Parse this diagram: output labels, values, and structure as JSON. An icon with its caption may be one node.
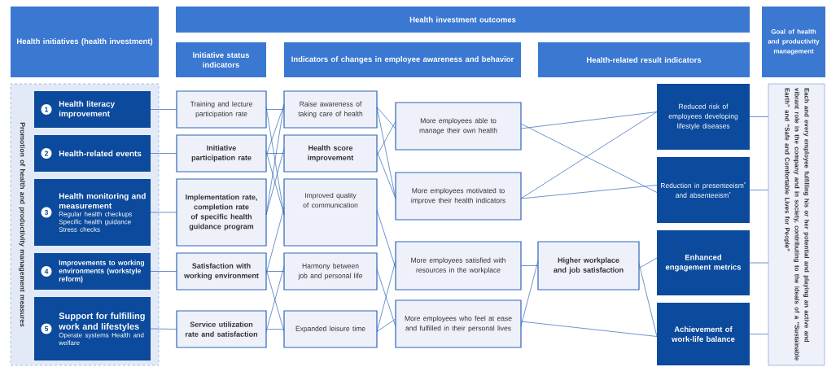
{
  "diagram": {
    "nodes": [
      {
        "text": [
          "Health initiatives (health investment)"
        ]
      },
      {
        "text": [
          "Health investment outcomes"
        ]
      },
      {
        "text": [
          "Initiative status indicators"
        ]
      },
      {
        "text": [
          "Indicators of changes in employee awareness and behavior"
        ]
      },
      {
        "text": [
          "Health-related result indicators"
        ]
      },
      {
        "text": [
          "Goal of health and productivity management"
        ]
      },
      {
        "text": [
          "Promotion of health and productivity management measures"
        ]
      },
      {
        "text": [
          "1",
          "Health literacy improvement"
        ],
        "in": 6
      },
      {
        "text": [
          "2",
          "Health-related events"
        ],
        "in": 6
      },
      {
        "text": [
          "3",
          "Health monitoring and measurement",
          "Regular health checkups Specific health guidance Stress checks"
        ],
        "in": 6
      },
      {
        "text": [
          "4",
          "Improvements to working environments (workstyle reform)"
        ],
        "in": 6
      },
      {
        "text": [
          "5",
          "Support for fulfilling work and lifestyles",
          "Operate systems Health and welfare"
        ],
        "in": 6
      },
      {
        "text": [
          "Training and lecture participation rate"
        ]
      },
      {
        "text": [
          "Initiative participation rate"
        ]
      },
      {
        "text": [
          "Implementation rate, completion rate of specific health guidance program"
        ]
      },
      {
        "text": [
          "Satisfaction with working environment"
        ]
      },
      {
        "text": [
          "Service utilization rate and satisfaction"
        ]
      },
      {
        "text": [
          "Raise awareness of taking care of health"
        ]
      },
      {
        "text": [
          "Health score improvement"
        ]
      },
      {
        "text": [
          "Improved quality of communication"
        ]
      },
      {
        "text": [
          "Harmony between job and personal life"
        ]
      },
      {
        "text": [
          "Expanded leisure time"
        ]
      },
      {
        "text": [
          "More employees able to manage their own health"
        ]
      },
      {
        "text": [
          "More employees motivated to improve their health indicators"
        ]
      },
      {
        "text": [
          "More employees satisfied with resources in the workplace"
        ]
      },
      {
        "text": [
          "More employees who feel at ease and fulfilled in their personal lives"
        ]
      },
      {
        "text": [
          "Higher workplace and job satisfaction"
        ]
      },
      {
        "text": [
          "Reduced risk of employees developing lifestyle diseases"
        ]
      },
      {
        "text": [
          "Reduction in presenteeism$^{*}$ and absenteeism$^{*}$"
        ]
      },
      {
        "text": [
          "Enhanced engagement metrics"
        ]
      },
      {
        "text": [
          "Achievement of work-life balance"
        ]
      },
      {
        "text": [
          "Each and every employee fulfilling his or her potential and playing an active and vibrant role in the company and in society, contributing to the ideals of a “Sustainable Earth” and “Safe and Comfortable Lives for People”"
        ]
      }
    ],
    "edges": [
      {
        "from": 7,
        "to": 12,
        "arrow": "none"
      },
      {
        "from": 8,
        "to": 13,
        "arrow": "none"
      },
      {
        "from": 9,
        "to": 14,
        "arrow": "none"
      },
      {
        "from": 10,
        "to": 15,
        "arrow": "none"
      },
      {
        "from": 11,
        "to": 16,
        "arrow": "none"
      },
      {
        "from": 12,
        "to": 17,
        "arrow": "none"
      },
      {
        "from": 12,
        "to": 19,
        "arrow": "none"
      },
      {
        "from": 13,
        "to": 17,
        "arrow": "none"
      },
      {
        "from": 13,
        "to": 18,
        "arrow": "none"
      },
      {
        "from": 13,
        "to": 19,
        "arrow": "none"
      },
      {
        "from": 14,
        "to": 17,
        "arrow": "none"
      },
      {
        "from": 14,
        "to": 18,
        "arrow": "none"
      },
      {
        "from": 15,
        "to": 19,
        "arrow": "none"
      },
      {
        "from": 15,
        "to": 20,
        "arrow": "none"
      },
      {
        "from": 15,
        "to": 21,
        "arrow": "none"
      },
      {
        "from": 16,
        "to": 20,
        "arrow": "none"
      },
      {
        "from": 16,
        "to": 21,
        "arrow": "none"
      },
      {
        "from": 17,
        "to": 22,
        "arrow": "none"
      },
      {
        "from": 17,
        "to": 23,
        "arrow": "none"
      },
      {
        "from": 18,
        "to": 22,
        "arrow": "none"
      },
      {
        "from": 18,
        "to": 23,
        "arrow": "none"
      },
      {
        "from": 19,
        "to": 24,
        "arrow": "none"
      },
      {
        "from": 20,
        "to": 25,
        "arrow": "none"
      },
      {
        "from": 21,
        "to": 24,
        "arrow": "none"
      },
      {
        "from": 21,
        "to": 25,
        "arrow": "none"
      },
      {
        "from": 22,
        "to": 27,
        "arrow": "none"
      },
      {
        "from": 22,
        "to": 28,
        "arrow": "none"
      },
      {
        "from": 23,
        "to": 27,
        "arrow": "none"
      },
      {
        "from": 23,
        "to": 28,
        "arrow": "none"
      },
      {
        "from": 24,
        "to": 26,
        "arrow": "none"
      },
      {
        "from": 25,
        "to": 26,
        "arrow": "none"
      },
      {
        "from": 25,
        "to": 30,
        "arrow": "none"
      },
      {
        "from": 26,
        "to": 29,
        "arrow": "none"
      },
      {
        "from": 26,
        "to": 30,
        "arrow": "none"
      },
      {
        "from": 27,
        "to": 31,
        "arrow": "none"
      },
      {
        "from": 28,
        "to": 31,
        "arrow": "none"
      },
      {
        "from": 29,
        "to": 31,
        "arrow": "none"
      },
      {
        "from": 30,
        "to": 31,
        "arrow": "none"
      }
    ]
  }
}
